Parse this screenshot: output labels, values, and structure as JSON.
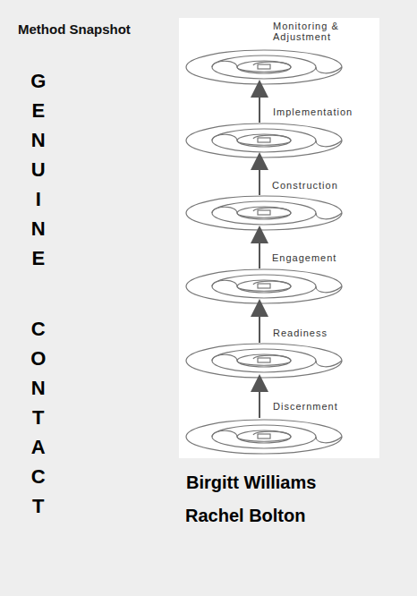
{
  "diagram": {
    "title": "Method Snapshot",
    "labels": [
      "GENUINE",
      "CONTACT",
      "Monitoring & Adjustment",
      "Implementation",
      "Construction",
      "Engagement",
      "Readiness",
      "Discernment",
      "Birgitt Williams",
      "Rachel Bolton"
    ]
  }
}
